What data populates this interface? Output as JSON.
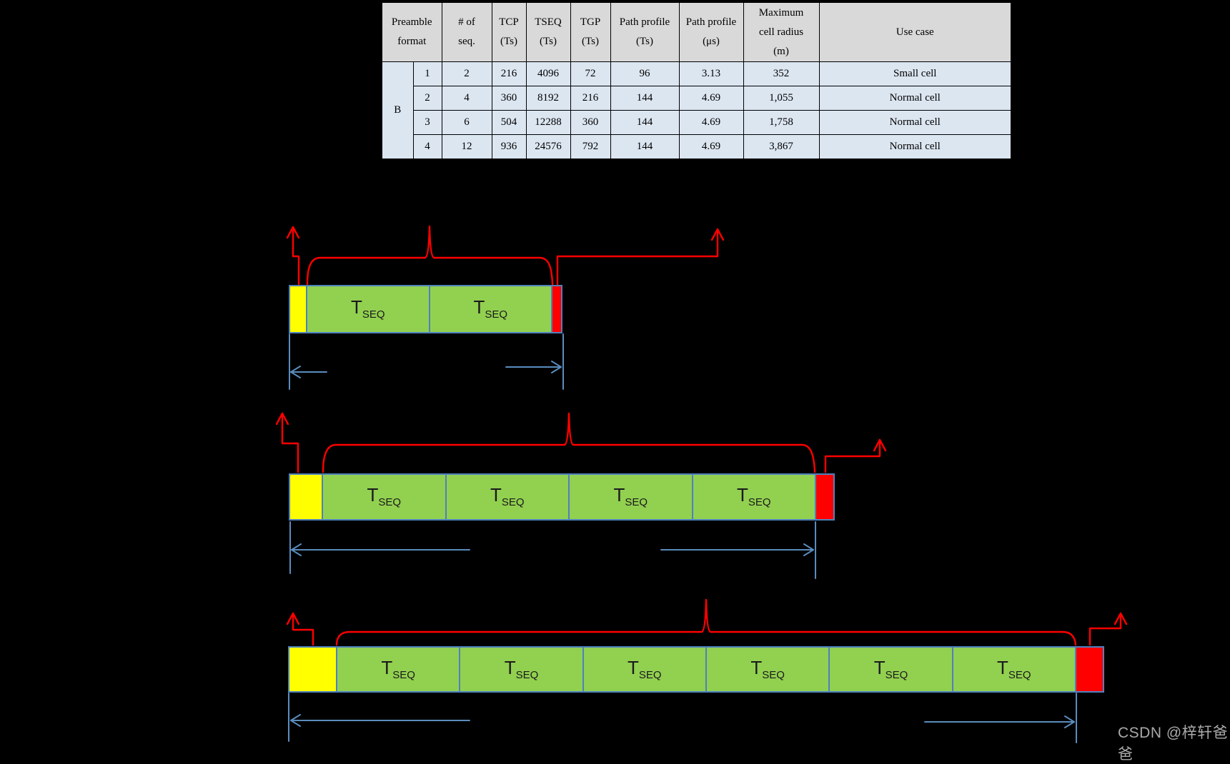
{
  "page": {
    "background_color": "#000000"
  },
  "colors": {
    "cp_block": "#FFFF00",
    "sequence_block": "#92D050",
    "gp_block": "#FF0000",
    "bar_border": "#4F81BD",
    "annotation_red": "#FF0000",
    "dimension_blue": "#5B8CBE",
    "table_header_bg": "#D9D9D9",
    "table_row_bg": "#DCE6F1"
  },
  "table": {
    "headers": [
      [
        "Preamble",
        "format"
      ],
      [
        "# of",
        "seq."
      ],
      [
        "TCP",
        "(Ts)"
      ],
      [
        "TSEQ",
        "(Ts)"
      ],
      [
        "TGP",
        "(Ts)"
      ],
      [
        "Path profile",
        "(Ts)"
      ],
      [
        "Path profile",
        "(μs)"
      ],
      [
        "Maximum",
        "cell radius",
        "(m)"
      ],
      [
        "Use case"
      ]
    ],
    "group_label": "B",
    "rows": [
      [
        "1",
        "2",
        "216",
        "4096",
        "72",
        "96",
        "3.13",
        "352",
        "Small cell"
      ],
      [
        "2",
        "4",
        "360",
        "8192",
        "216",
        "144",
        "4.69",
        "1,055",
        "Normal cell"
      ],
      [
        "3",
        "6",
        "504",
        "12288",
        "360",
        "144",
        "4.69",
        "1,758",
        "Normal cell"
      ],
      [
        "4",
        "12",
        "936",
        "24576",
        "792",
        "144",
        "4.69",
        "3,867",
        "Normal cell"
      ]
    ]
  },
  "diagrams": [
    {
      "name": "preamble-format-B1",
      "sequence_count": 2,
      "seq_label_main": "T",
      "seq_label_sub": "SEQ"
    },
    {
      "name": "preamble-format-B2",
      "sequence_count": 4,
      "seq_label_main": "T",
      "seq_label_sub": "SEQ"
    },
    {
      "name": "preamble-format-B3",
      "sequence_count": 6,
      "seq_label_main": "T",
      "seq_label_sub": "SEQ"
    }
  ],
  "watermark": {
    "text": "CSDN @梓轩爸爸"
  }
}
